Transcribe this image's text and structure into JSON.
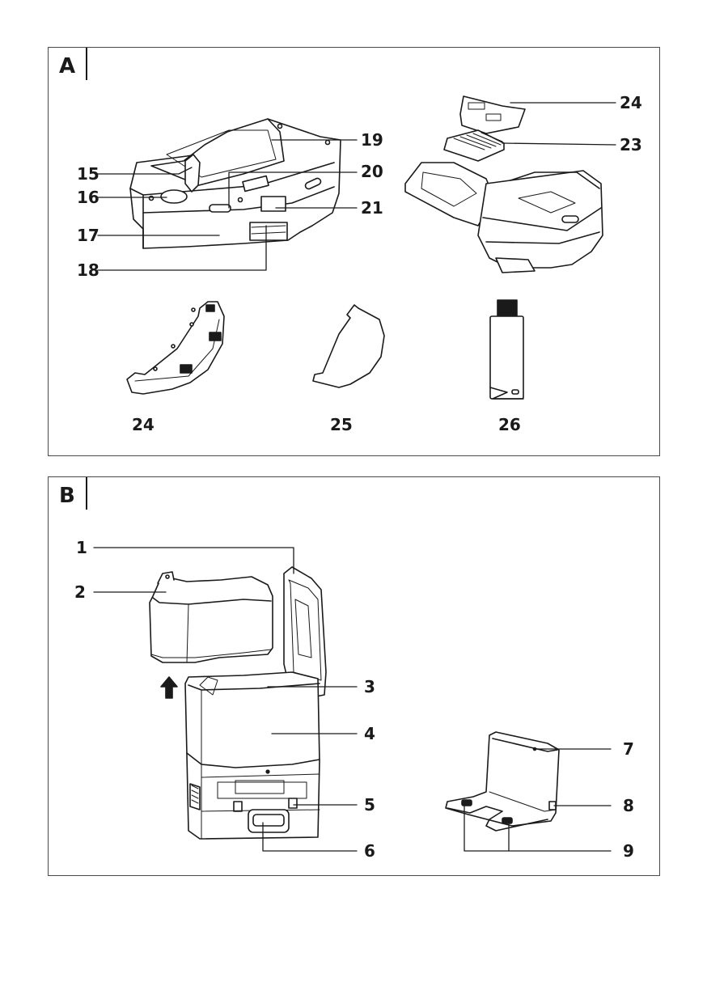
{
  "panels": [
    {
      "letter": "A",
      "callouts": {
        "c15": "15",
        "c16": "16",
        "c17": "17",
        "c18": "18",
        "c19": "19",
        "c20": "20",
        "c21": "21",
        "c24_top": "24",
        "c23": "23",
        "c24_bottom": "24",
        "c25": "25",
        "c26": "26"
      },
      "illustrations": [
        "robot-vacuum-top-view",
        "robot-vacuum-open-bin-with-filters",
        "mop-holder-plate",
        "mop-pad",
        "cleaning-brush-tool"
      ]
    },
    {
      "letter": "B",
      "callouts": {
        "c1": "1",
        "c2": "2",
        "c3": "3",
        "c4": "4",
        "c5": "5",
        "c6": "6",
        "c7": "7",
        "c8": "8",
        "c9": "9"
      },
      "illustrations": [
        "self-emptying-station-with-bag",
        "charging-dock"
      ]
    }
  ]
}
